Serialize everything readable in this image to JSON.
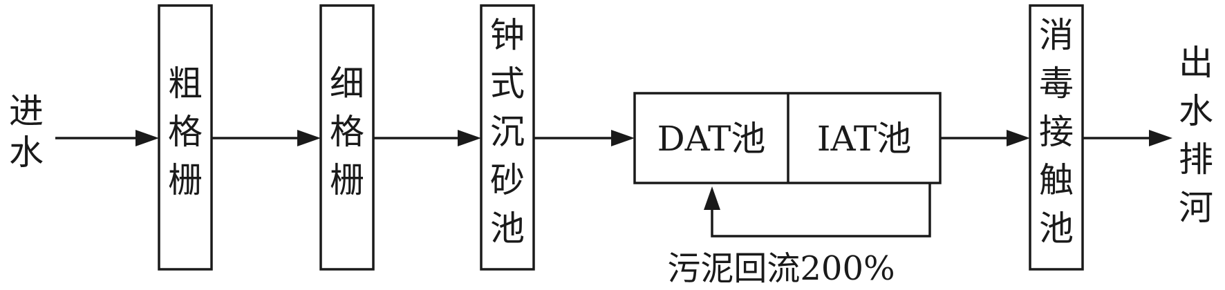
{
  "nodes": {
    "inlet": "进水",
    "coarse_screen": "粗格栅",
    "fine_screen": "细格栅",
    "grit_chamber": "钟式沉砂池",
    "dat_tank": "DAT池",
    "iat_tank": "IAT池",
    "disinfection": "消毒接触池",
    "outlet": "出水排河"
  },
  "recycle_label": "污泥回流200%",
  "colors": {
    "line": "#1a1a1a",
    "background": "#ffffff"
  }
}
